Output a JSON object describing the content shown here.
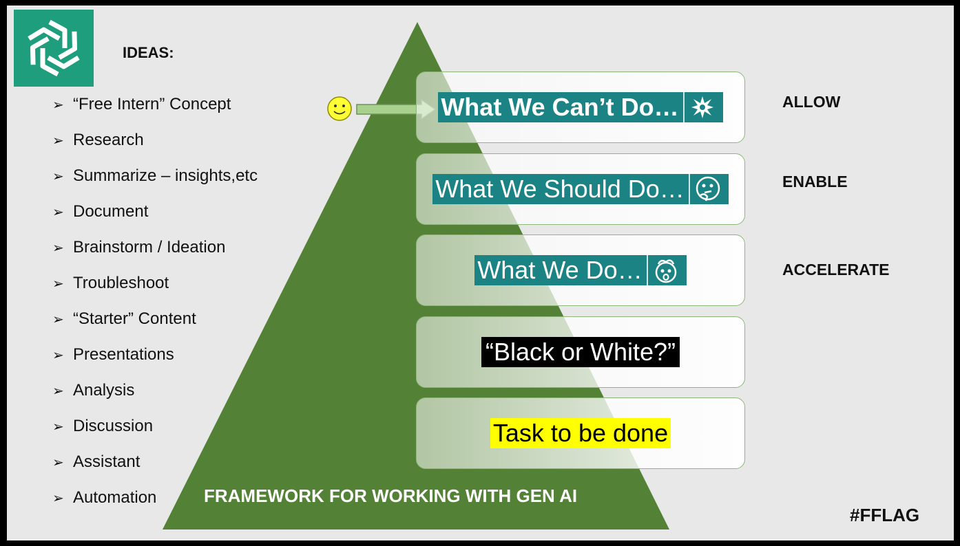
{
  "ideas": {
    "title": "IDEAS:",
    "items": [
      "“Free Intern” Concept",
      "Research",
      "Summarize – insights,etc",
      "Document",
      "Brainstorm / Ideation",
      "Troubleshoot",
      "“Starter” Content",
      "Presentations",
      "Analysis",
      "Discussion",
      "Assistant",
      "Automation"
    ],
    "bullet": "➢"
  },
  "levels": [
    {
      "label": "What We Can’t Do…",
      "style": "teal",
      "bold": true,
      "icon": "explosion-icon"
    },
    {
      "label": "What We Should Do…",
      "style": "teal",
      "bold": false,
      "icon": "thinking-face-icon"
    },
    {
      "label": "What We Do…",
      "style": "teal",
      "bold": false,
      "icon": "mind-blown-icon"
    },
    {
      "label": "“Black or White?”",
      "style": "dark",
      "bold": false,
      "icon": ""
    },
    {
      "label": "Task to be done",
      "style": "yellow",
      "bold": false,
      "icon": ""
    }
  ],
  "actions": [
    "ALLOW",
    "ENABLE",
    "ACCELERATE"
  ],
  "pyramid_caption": "FRAMEWORK FOR WORKING WITH GEN AI",
  "hashtag": "#FFLAG",
  "colors": {
    "pyramid": "#538135",
    "teal": "#1b8383",
    "logo": "#1f9e7e",
    "arrow": "#a9d18e",
    "highlight": "#ffff00"
  },
  "icons": {
    "logo": "openai-logo-icon",
    "smiley": "smiley-face-icon",
    "arrow": "right-arrow-icon"
  }
}
